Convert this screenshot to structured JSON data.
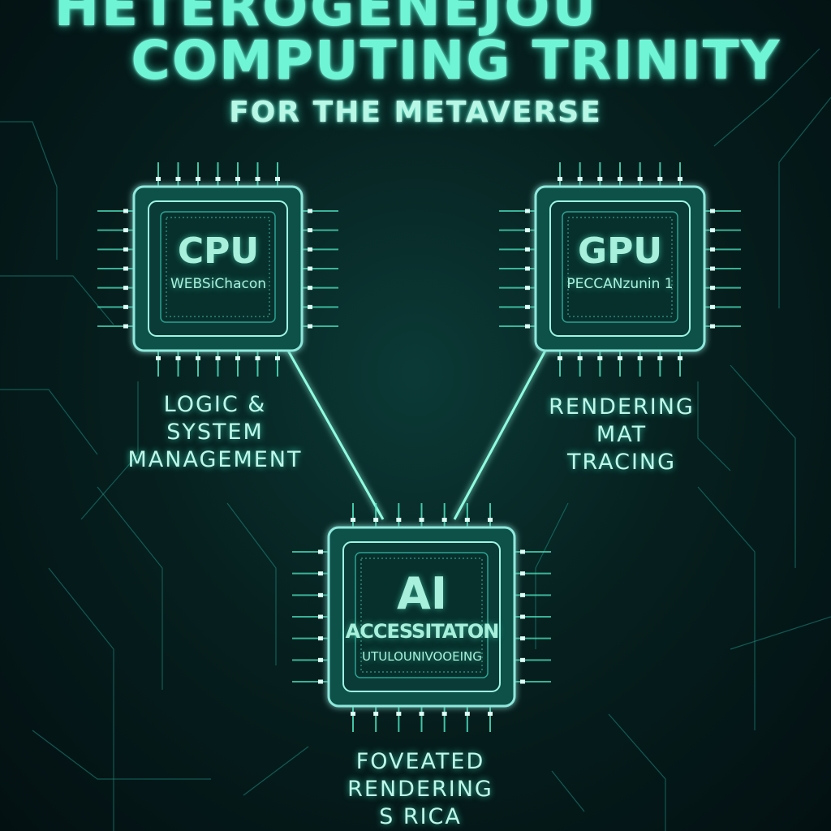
{
  "title": {
    "line1": "HETEROGENEJOU",
    "line2": "COMPUTING TRINITY",
    "subtitle": "FOR THE METAVERSE"
  },
  "chips": {
    "cpu": {
      "name": "CPU",
      "sub": "WEBSiChacon",
      "caption": [
        "LOGIC &",
        "SYSTEM",
        "MANAGEMENT"
      ]
    },
    "gpu": {
      "name": "GPU",
      "sub": "PECCANzunin 1",
      "caption": [
        "RENDERING",
        "MAT",
        "TRACING"
      ]
    },
    "ai": {
      "name": "AI",
      "sub": "ACCESSITATON",
      "sub2": "UTULOUNIVOOEING",
      "caption": [
        "FOVEATED",
        "RENDERING",
        "S RICA"
      ]
    }
  },
  "colors": {
    "accent": "#4ff0c8",
    "background": "#06201f",
    "chip_border": "#8fe8dc"
  }
}
